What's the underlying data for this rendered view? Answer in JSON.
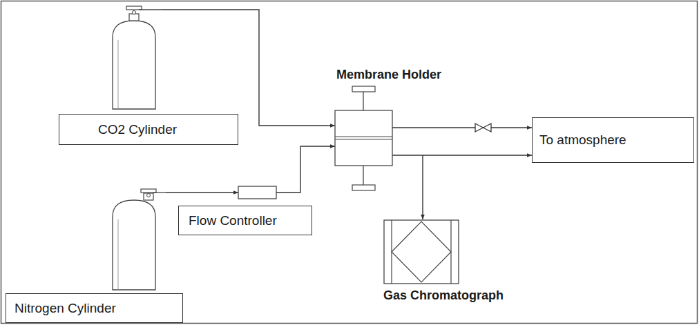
{
  "diagram": {
    "nodes": [
      {
        "text": [
          "CO2 Cylinder"
        ]
      },
      {
        "text": [
          "Nitrogen Cylinder"
        ]
      },
      {
        "text": [
          "Flow Controller"
        ]
      },
      {
        "text": [
          "Membrane Holder"
        ]
      },
      {
        "text": [
          "To atmosphere"
        ]
      },
      {
        "text": [
          "Gas Chromatograph"
        ]
      }
    ],
    "edges": [
      {
        "from": 0,
        "to": 3,
        "arrow": "to"
      },
      {
        "from": 1,
        "to": 2,
        "arrow": "to"
      },
      {
        "from": 2,
        "to": 3,
        "arrow": "to"
      },
      {
        "from": 3,
        "to": 4,
        "arrow": "to"
      },
      {
        "from": 3,
        "to": 4,
        "arrow": "to"
      },
      {
        "from": 3,
        "to": 5,
        "arrow": "to"
      }
    ]
  }
}
